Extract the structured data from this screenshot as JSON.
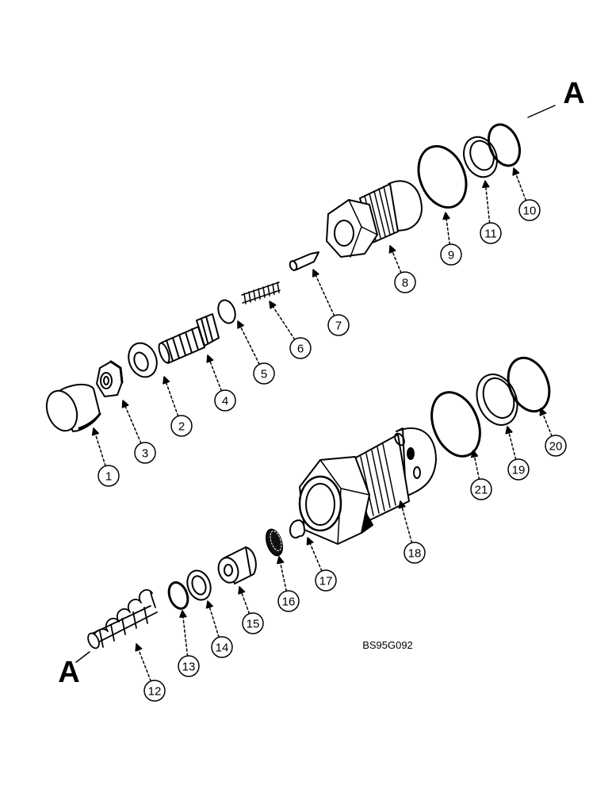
{
  "diagram": {
    "callouts": [
      {
        "number": "1",
        "part": "cap"
      },
      {
        "number": "2",
        "part": "washer"
      },
      {
        "number": "3",
        "part": "nut"
      },
      {
        "number": "4",
        "part": "adjusting-screw"
      },
      {
        "number": "5",
        "part": "o-ring"
      },
      {
        "number": "6",
        "part": "spring"
      },
      {
        "number": "7",
        "part": "poppet"
      },
      {
        "number": "8",
        "part": "housing"
      },
      {
        "number": "9",
        "part": "o-ring"
      },
      {
        "number": "10",
        "part": "o-ring"
      },
      {
        "number": "11",
        "part": "backup-ring"
      },
      {
        "number": "12",
        "part": "spring"
      },
      {
        "number": "13",
        "part": "o-ring"
      },
      {
        "number": "14",
        "part": "backup-ring"
      },
      {
        "number": "15",
        "part": "piston"
      },
      {
        "number": "16",
        "part": "screen"
      },
      {
        "number": "17",
        "part": "snap-ring"
      },
      {
        "number": "18",
        "part": "valve-body"
      },
      {
        "number": "19",
        "part": "backup-ring"
      },
      {
        "number": "20",
        "part": "o-ring"
      },
      {
        "number": "21",
        "part": "o-ring"
      }
    ],
    "section_marks": [
      "A",
      "A"
    ],
    "figure_code": "BS95G092"
  }
}
